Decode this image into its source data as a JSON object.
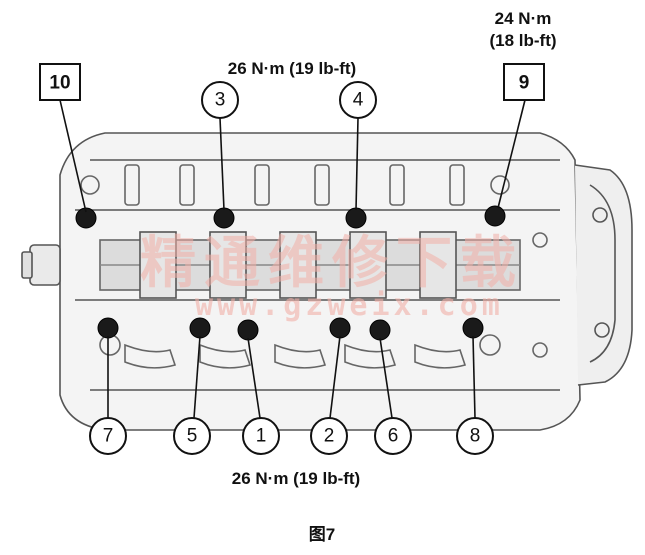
{
  "torque_top_right": {
    "line1": "24 N·m",
    "line2": "(18 lb-ft)"
  },
  "torque_top_center": "26 N·m (19 lb-ft)",
  "torque_bottom_center": "26 N·m (19 lb-ft)",
  "caption": "图7",
  "watermark": {
    "cn": "精通维修下载",
    "url": "www.gzweix.com"
  },
  "bolt_labels": {
    "b1": "1",
    "b2": "2",
    "b3": "3",
    "b4": "4",
    "b5": "5",
    "b6": "6",
    "b7": "7",
    "b8": "8",
    "b9": "9",
    "b10": "10"
  },
  "colors": {
    "ink": "#111111",
    "line": "#555555",
    "watermark": "#f2b0a8"
  }
}
